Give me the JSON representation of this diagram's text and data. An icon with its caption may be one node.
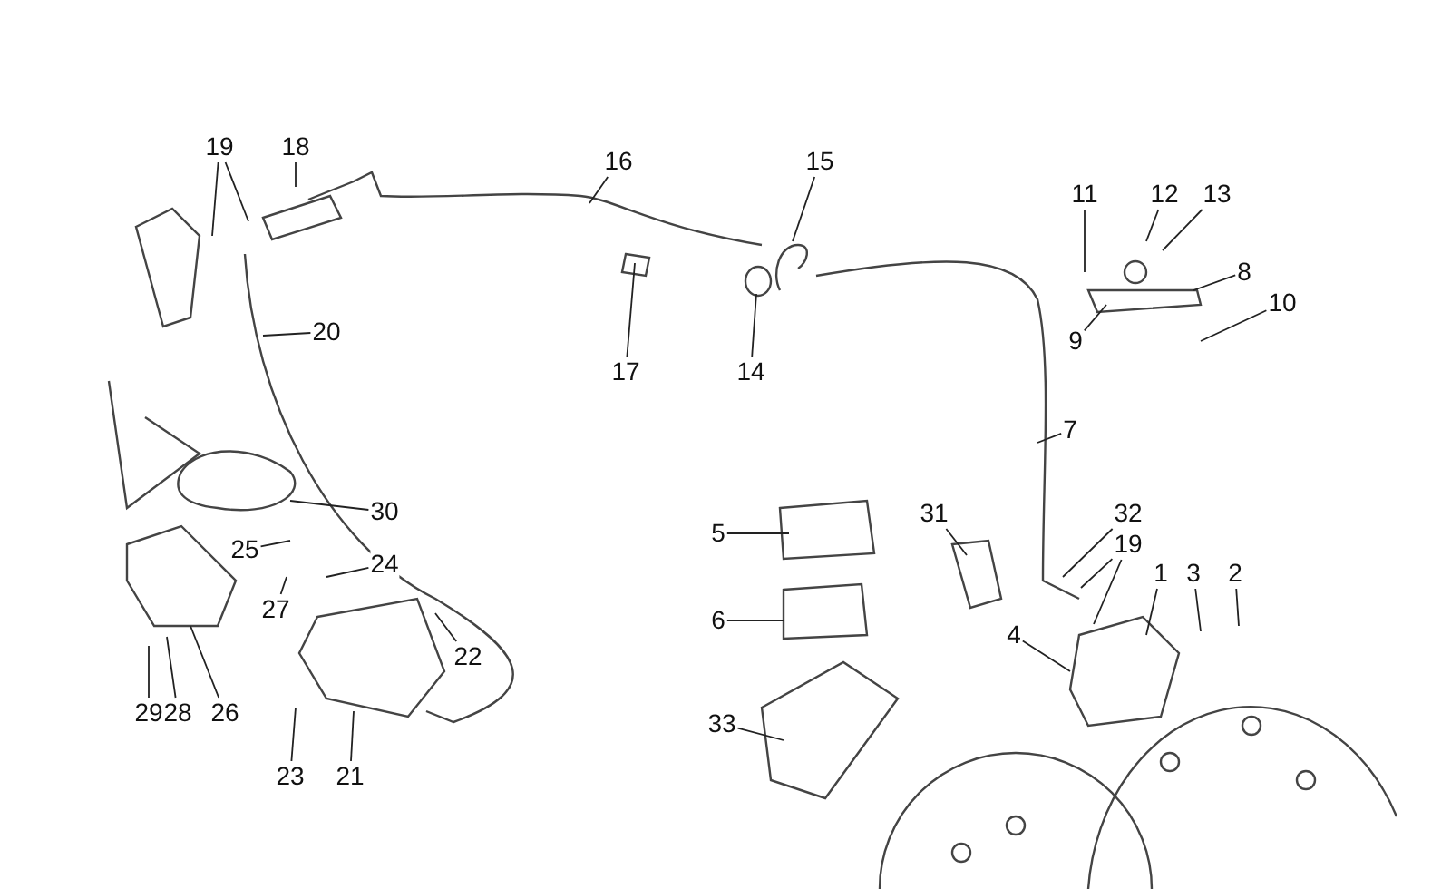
{
  "diagram": {
    "nodes": [
      {
        "text": [
          "19"
        ]
      },
      {
        "text": [
          "18"
        ]
      },
      {
        "text": [
          "16"
        ]
      },
      {
        "text": [
          "15"
        ]
      },
      {
        "text": [
          "11"
        ]
      },
      {
        "text": [
          "12"
        ]
      },
      {
        "text": [
          "13"
        ]
      },
      {
        "text": [
          "8"
        ]
      },
      {
        "text": [
          "20"
        ]
      },
      {
        "text": [
          "9"
        ]
      },
      {
        "text": [
          "10"
        ]
      },
      {
        "text": [
          "17"
        ]
      },
      {
        "text": [
          "14"
        ]
      },
      {
        "text": [
          "7"
        ]
      },
      {
        "text": [
          "30"
        ]
      },
      {
        "text": [
          "5"
        ]
      },
      {
        "text": [
          "31"
        ]
      },
      {
        "text": [
          "32"
        ]
      },
      {
        "text": [
          "19"
        ]
      },
      {
        "text": [
          "25"
        ]
      },
      {
        "text": [
          "24"
        ]
      },
      {
        "text": [
          "27"
        ]
      },
      {
        "text": [
          "6"
        ]
      },
      {
        "text": [
          "4"
        ]
      },
      {
        "text": [
          "1"
        ]
      },
      {
        "text": [
          "3"
        ]
      },
      {
        "text": [
          "2"
        ]
      },
      {
        "text": [
          "22"
        ]
      },
      {
        "text": [
          "29"
        ]
      },
      {
        "text": [
          "28"
        ]
      },
      {
        "text": [
          "26"
        ]
      },
      {
        "text": [
          "23"
        ]
      },
      {
        "text": [
          "21"
        ]
      },
      {
        "text": [
          "33"
        ]
      }
    ],
    "edges": [
      {
        "from": 0,
        "to": null,
        "arrow": "none"
      },
      {
        "from": 0,
        "to": null,
        "arrow": "none"
      },
      {
        "from": 1,
        "to": null,
        "arrow": "none"
      },
      {
        "from": 2,
        "to": null,
        "arrow": "none"
      },
      {
        "from": 3,
        "to": null,
        "arrow": "none"
      },
      {
        "from": 4,
        "to": null,
        "arrow": "none"
      },
      {
        "from": 5,
        "to": null,
        "arrow": "none"
      },
      {
        "from": 6,
        "to": null,
        "arrow": "none"
      },
      {
        "from": 7,
        "to": null,
        "arrow": "none"
      },
      {
        "from": 8,
        "to": null,
        "arrow": "none"
      },
      {
        "from": 9,
        "to": null,
        "arrow": "none"
      },
      {
        "from": 10,
        "to": null,
        "arrow": "none"
      },
      {
        "from": 11,
        "to": null,
        "arrow": "none"
      },
      {
        "from": 12,
        "to": null,
        "arrow": "none"
      },
      {
        "from": 13,
        "to": null,
        "arrow": "none"
      },
      {
        "from": 14,
        "to": null,
        "arrow": "none"
      },
      {
        "from": 15,
        "to": null,
        "arrow": "none"
      },
      {
        "from": 16,
        "to": null,
        "arrow": "none"
      },
      {
        "from": 17,
        "to": null,
        "arrow": "none"
      },
      {
        "from": 18,
        "to": null,
        "arrow": "none"
      },
      {
        "from": 18,
        "to": null,
        "arrow": "none"
      },
      {
        "from": 19,
        "to": null,
        "arrow": "none"
      },
      {
        "from": 20,
        "to": null,
        "arrow": "none"
      },
      {
        "from": 21,
        "to": null,
        "arrow": "none"
      },
      {
        "from": 22,
        "to": null,
        "arrow": "none"
      },
      {
        "from": 23,
        "to": null,
        "arrow": "none"
      },
      {
        "from": 24,
        "to": null,
        "arrow": "none"
      },
      {
        "from": 25,
        "to": null,
        "arrow": "none"
      },
      {
        "from": 26,
        "to": null,
        "arrow": "none"
      },
      {
        "from": 27,
        "to": null,
        "arrow": "none"
      },
      {
        "from": 28,
        "to": null,
        "arrow": "none"
      },
      {
        "from": 29,
        "to": null,
        "arrow": "none"
      },
      {
        "from": 30,
        "to": null,
        "arrow": "none"
      },
      {
        "from": 31,
        "to": null,
        "arrow": "none"
      },
      {
        "from": 32,
        "to": null,
        "arrow": "none"
      },
      {
        "from": 33,
        "to": null,
        "arrow": "none"
      }
    ]
  }
}
